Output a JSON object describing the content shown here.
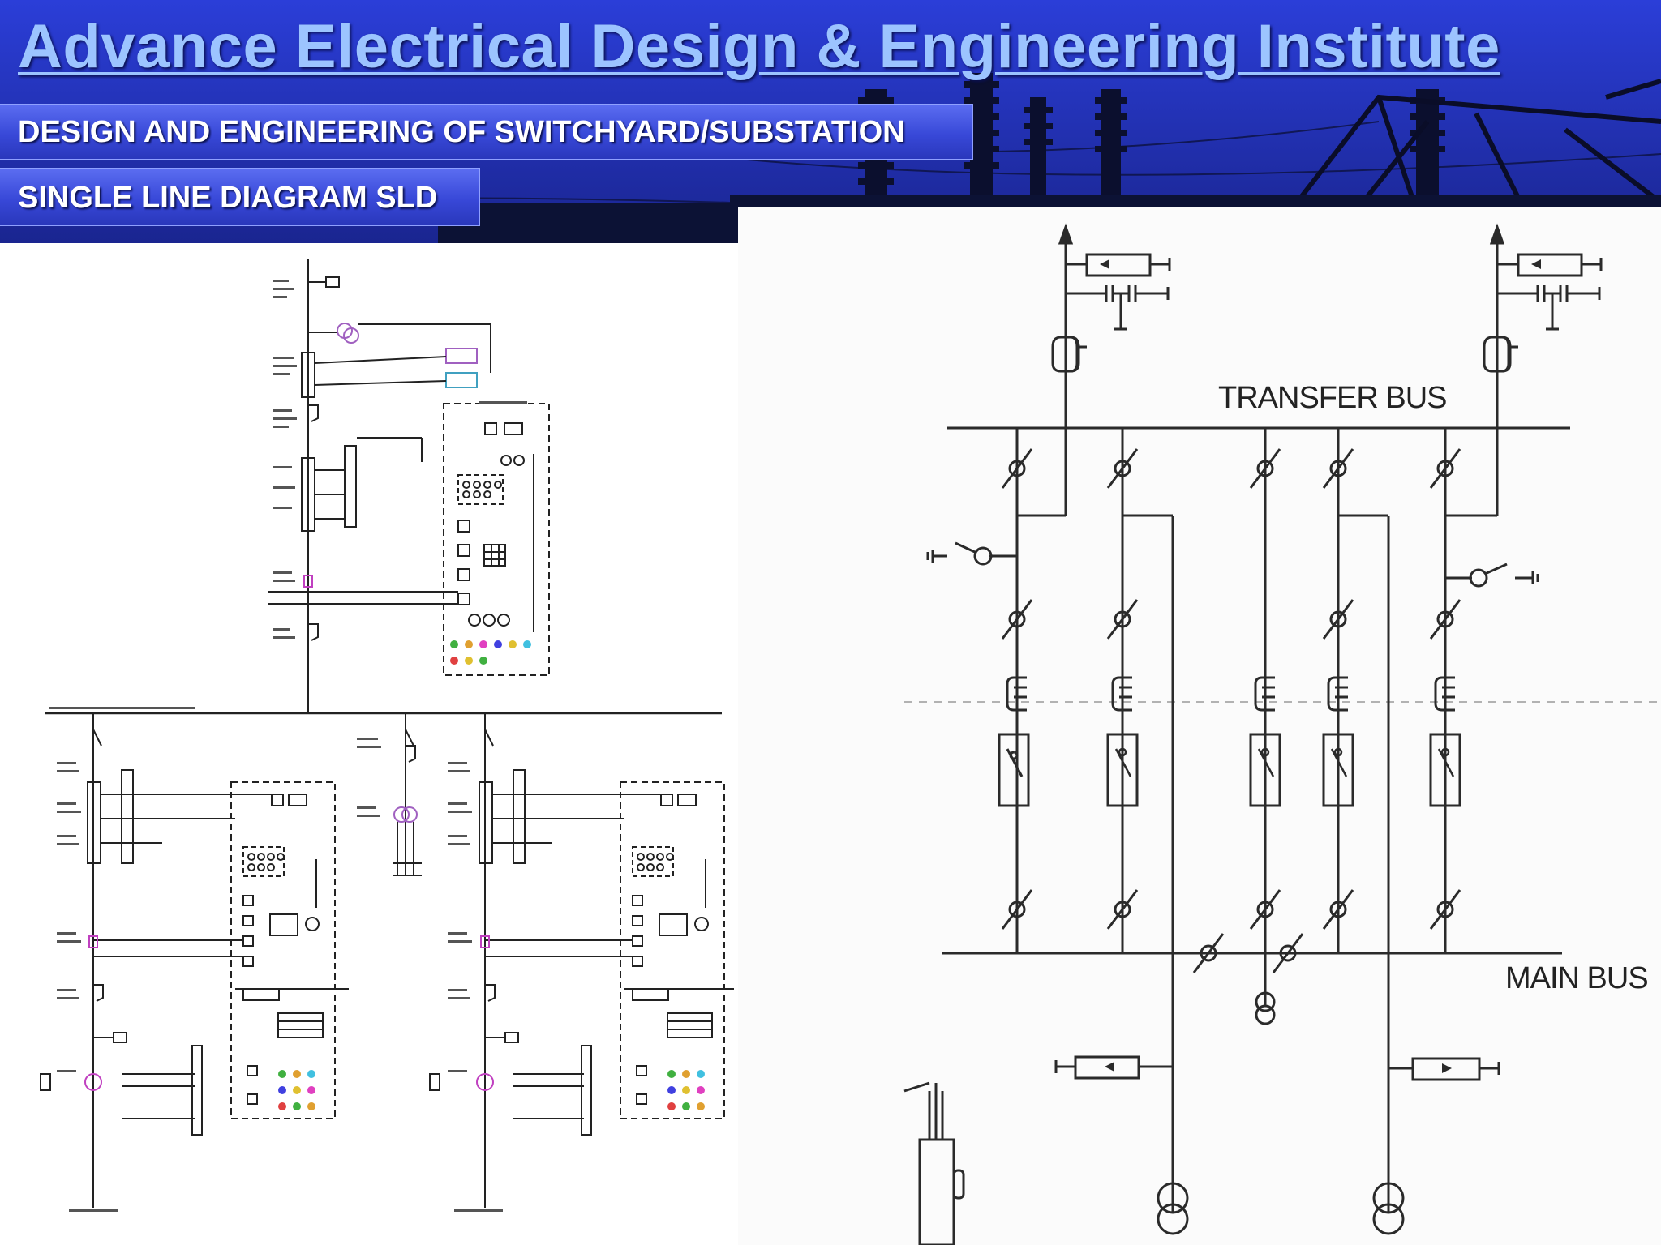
{
  "header": {
    "title": "Advance Electrical Design & Engineering Institute",
    "banner_primary": "DESIGN AND ENGINEERING OF SWITCHYARD/SUBSTATION",
    "banner_secondary": "SINGLE LINE DIAGRAM SLD"
  },
  "right_diagram": {
    "transfer_bus_label": "TRANSFER BUS",
    "main_bus_label": "MAIN BUS"
  },
  "colors": {
    "header_blue": "#2a3bd6",
    "title_link": "#9cc4ff",
    "banner_blue": "#3848d8",
    "line": "#2a2a2a"
  }
}
